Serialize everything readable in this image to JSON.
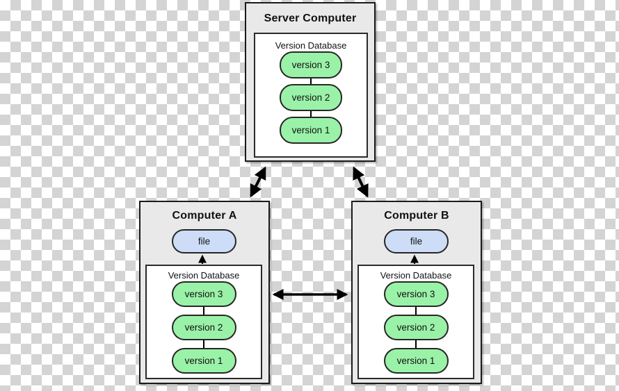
{
  "colors": {
    "checker_light": "#ffffff",
    "checker_dark": "#d4d4d4",
    "machine_fill": "#e9e9e9",
    "machine_border": "#1a1a1a",
    "database_fill": "#ffffff",
    "database_border": "#2a2a2a",
    "version_pill_fill": "#9af2a8",
    "file_pill_fill": "#cdddf7",
    "pill_border": "#262626",
    "arrow_color": "#000000",
    "text_color": "#111111"
  },
  "server": {
    "title": "Server Computer",
    "database": {
      "label": "Version Database",
      "versions": [
        "version 3",
        "version 2",
        "version 1"
      ]
    }
  },
  "computer_a": {
    "title": "Computer A",
    "file_label": "file",
    "database": {
      "label": "Version Database",
      "versions": [
        "version 3",
        "version 2",
        "version 1"
      ]
    }
  },
  "computer_b": {
    "title": "Computer B",
    "file_label": "file",
    "database": {
      "label": "Version Database",
      "versions": [
        "version 3",
        "version 2",
        "version 1"
      ]
    }
  }
}
